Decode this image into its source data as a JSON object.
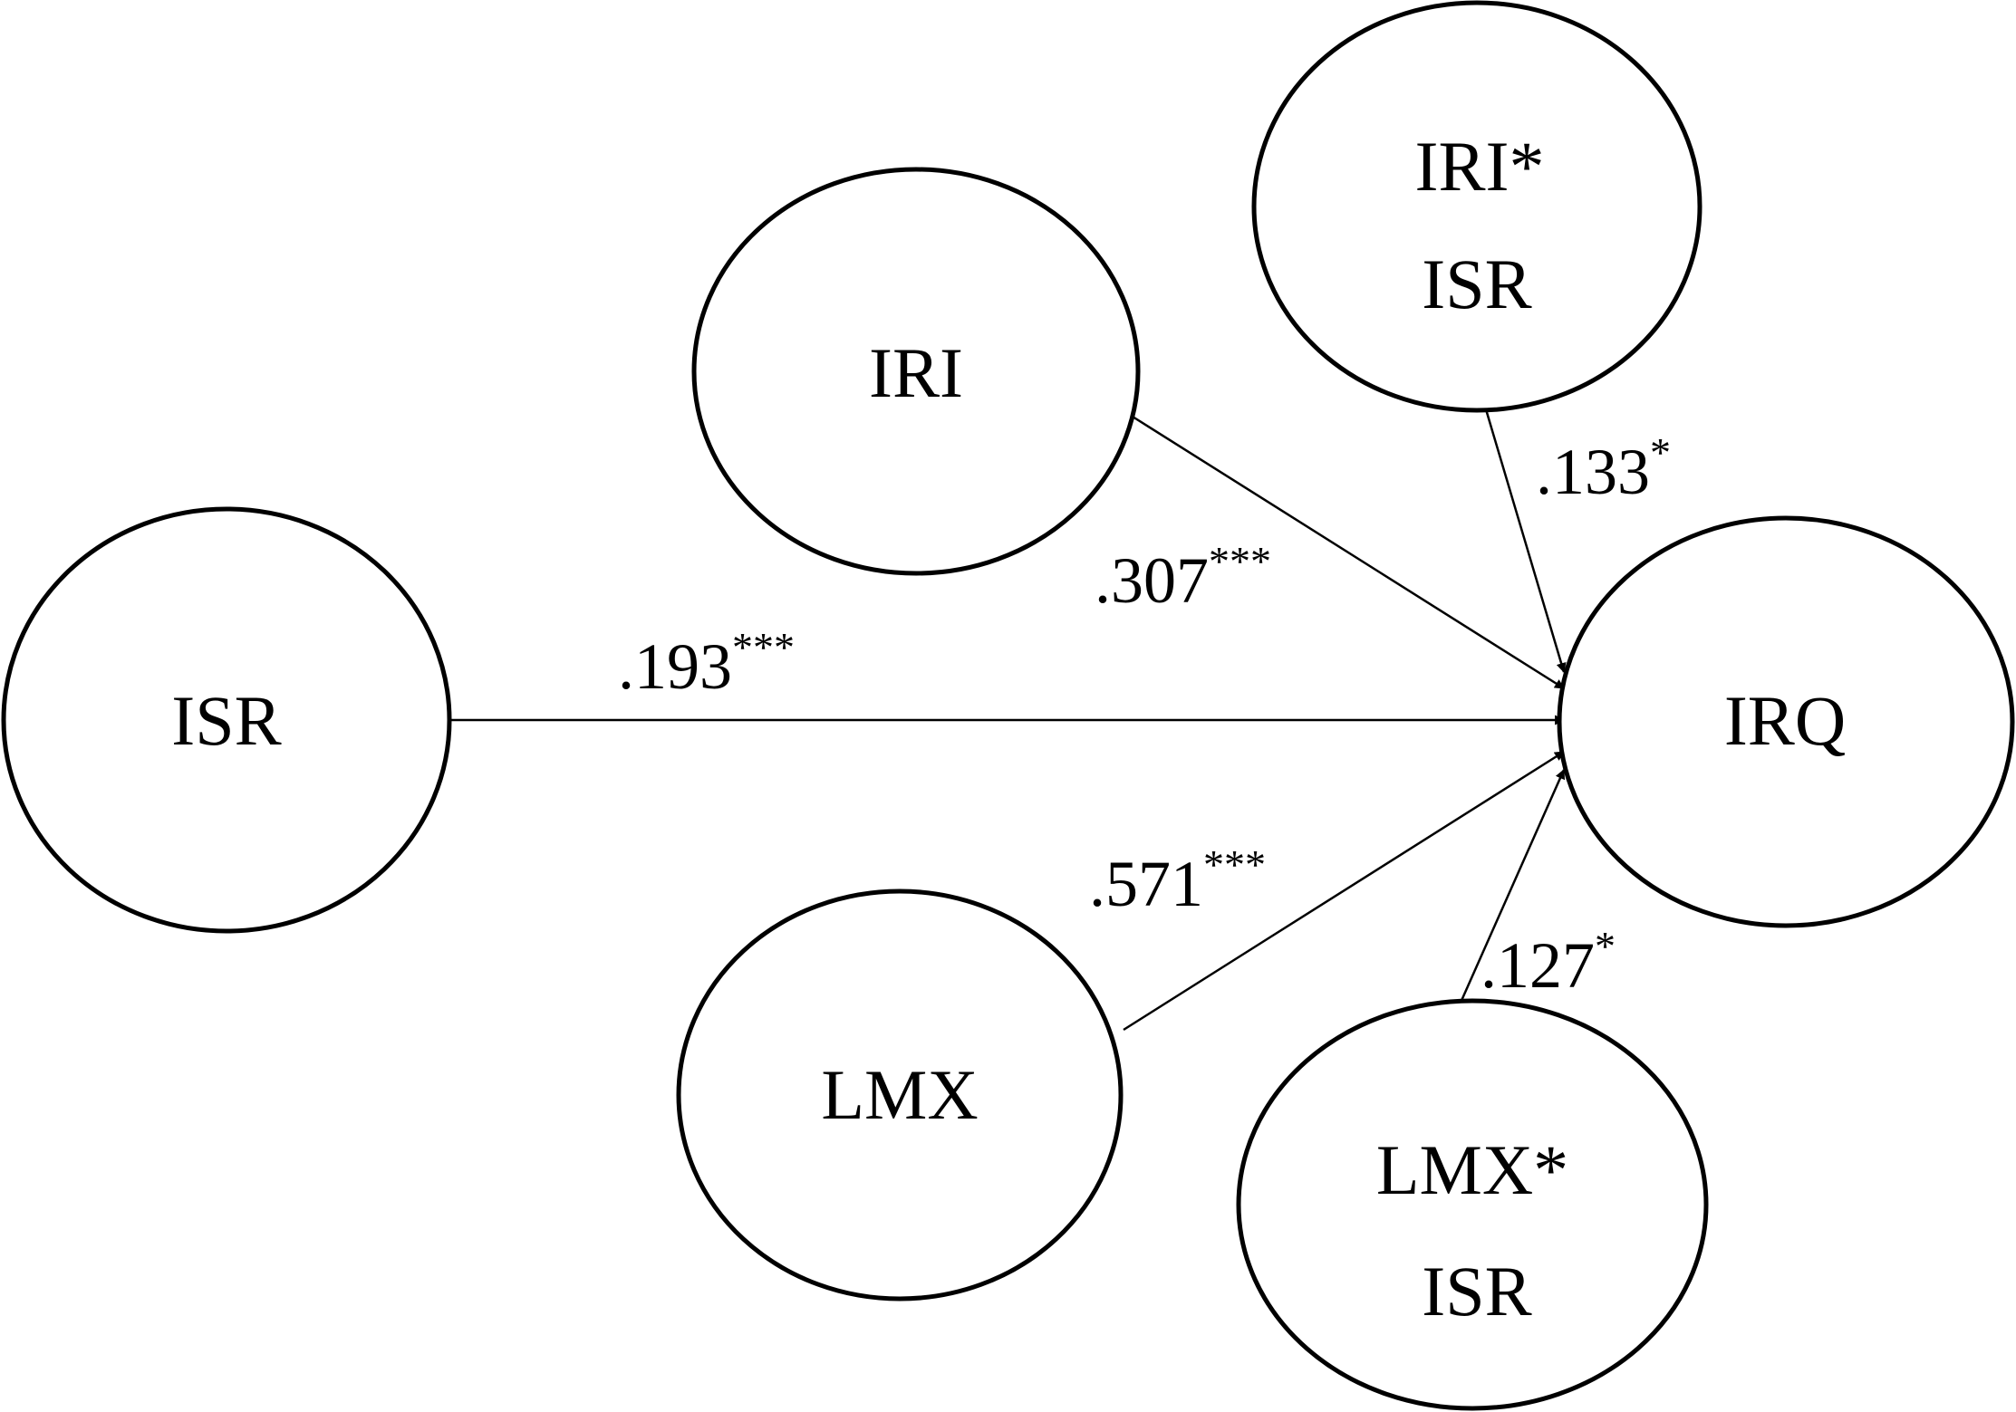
{
  "nodes": {
    "isr": {
      "label": "ISR"
    },
    "iri": {
      "label": "IRI"
    },
    "iri_x_isr": {
      "label_line1": "IRI*",
      "label_line2": "ISR"
    },
    "irq": {
      "label": "IRQ"
    },
    "lmx": {
      "label": "LMX"
    },
    "lmx_x_isr": {
      "label_line1": "LMX*",
      "label_line2": "ISR"
    }
  },
  "paths": {
    "isr_irq": {
      "coef": ".193",
      "sig": "***"
    },
    "iri_irq": {
      "coef": ".307",
      "sig": "***"
    },
    "iri_x_isr_irq": {
      "coef": ".133",
      "sig": "*"
    },
    "lmx_irq": {
      "coef": ".571",
      "sig": "***"
    },
    "lmx_x_isr_irq": {
      "coef": ".127",
      "sig": "*"
    }
  }
}
